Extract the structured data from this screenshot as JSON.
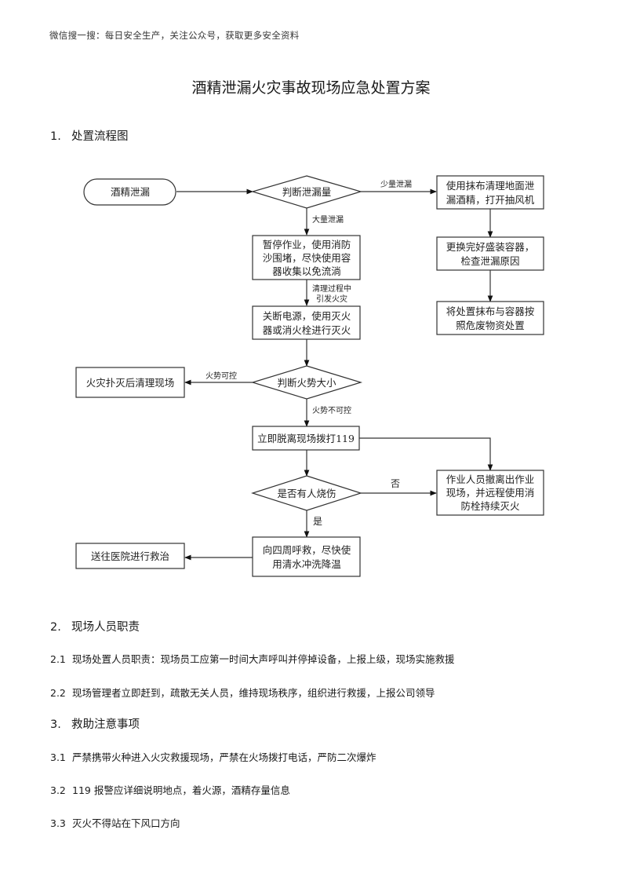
{
  "watermark": "微信搜一搜：每日安全生产，关注公众号，获取更多安全资料",
  "title": "酒精泄漏火灾事故现场应急处置方案",
  "sections": [
    {
      "number": "1.",
      "heading": "处置流程图"
    },
    {
      "number": "2.",
      "heading": "现场人员职责",
      "items": [
        {
          "number": "2.1",
          "text": "现场处置人员职责：现场员工应第一时间大声呼叫并停掉设备，上报上级，现场实施救援"
        },
        {
          "number": "2.2",
          "text": "现场管理者立即赶到，疏散无关人员，维持现场秩序，组织进行救援，上报公司领导"
        }
      ]
    },
    {
      "number": "3.",
      "heading": "救助注意事项",
      "items": [
        {
          "number": "3.1",
          "text": "严禁携带火种进入火灾救援现场，严禁在火场拨打电话，严防二次爆炸"
        },
        {
          "number": "3.2",
          "text": "119 报警应详细说明地点，着火源，酒精存量信息"
        },
        {
          "number": "3.3",
          "text": "灭火不得站在下风口方向"
        }
      ]
    }
  ],
  "flowchart": {
    "nodes": {
      "start": {
        "shape": "terminator",
        "lines": [
          "酒精泄漏"
        ]
      },
      "judge_leak": {
        "shape": "decision",
        "lines": [
          "判断泄漏量"
        ]
      },
      "small_clean": {
        "shape": "process",
        "lines": [
          "使用抹布清理地面泄",
          "漏酒精，打开抽风机"
        ]
      },
      "replace_container": {
        "shape": "process",
        "lines": [
          "更换完好盛装容器，",
          "检查泄漏原因"
        ]
      },
      "dispose_waste": {
        "shape": "process",
        "lines": [
          "将处置抹布与容器按",
          "照危废物资处置"
        ]
      },
      "stop_work": {
        "shape": "process",
        "lines": [
          "暂停作业，使用消防",
          "沙围堵，尽快使用容",
          "器收集以免流淌"
        ]
      },
      "cut_power": {
        "shape": "process",
        "lines": [
          "关断电源，使用灭火",
          "器或消火栓进行灭火"
        ]
      },
      "judge_fire": {
        "shape": "decision",
        "lines": [
          "判断火势大小"
        ]
      },
      "cleanup_after": {
        "shape": "process",
        "lines": [
          "火灾扑灭后清理现场"
        ]
      },
      "evacuate_call": {
        "shape": "process",
        "lines": [
          "立即脱离现场拨打119"
        ]
      },
      "judge_burn": {
        "shape": "decision",
        "lines": [
          "是否有人烧伤"
        ]
      },
      "remote_fight": {
        "shape": "process",
        "lines": [
          "作业人员撤离出作业",
          "现场，并远程使用消",
          "防栓持续灭火"
        ]
      },
      "call_help": {
        "shape": "process",
        "lines": [
          "向四周呼救，尽快使",
          "用清水冲洗降温"
        ]
      },
      "hospital": {
        "shape": "process",
        "lines": [
          "送往医院进行救治"
        ]
      }
    },
    "edge_labels": {
      "small_leak": "少量泄漏",
      "large_leak": "大量泄漏",
      "fire_during_clean": [
        "清理过程中",
        "引发火灾"
      ],
      "fire_controllable": "火势可控",
      "fire_uncontrollable": "火势不可控",
      "no": "否",
      "yes": "是"
    }
  }
}
